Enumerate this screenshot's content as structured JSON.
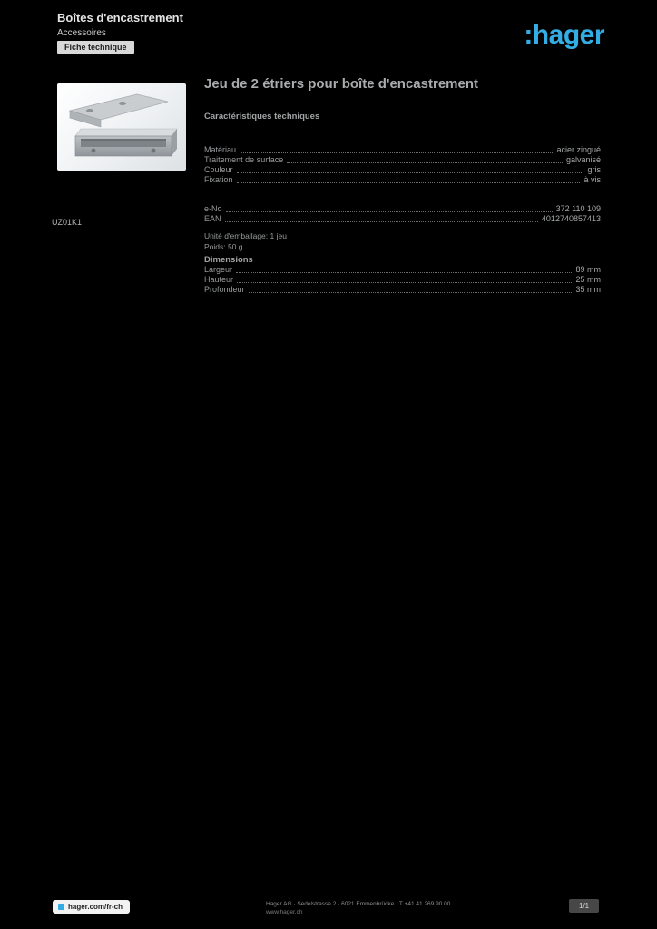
{
  "colors": {
    "accent": "#33ade4",
    "body_text": "#97999b",
    "page_background": "#000000"
  },
  "header": {
    "line1": "Boîtes d'encastrement",
    "line2": "Accessoires",
    "badge": "Fiche technique",
    "logo": ":hager"
  },
  "product": {
    "title": "Jeu de 2 étriers pour boîte d'encastrement",
    "reference": "UZ01K1"
  },
  "sections": {
    "tech": {
      "header": "Caractéristiques techniques",
      "rows": [
        {
          "label": "Matériau",
          "value": "acier zingué"
        },
        {
          "label": "Traitement de surface",
          "value": "galvanisé"
        },
        {
          "label": "Couleur",
          "value": "gris"
        },
        {
          "label": "Fixation",
          "value": "à vis"
        }
      ]
    },
    "ordering": {
      "rows": [
        {
          "label": "e-No",
          "value": "372 110 109"
        },
        {
          "label": "EAN",
          "value": "4012740857413"
        }
      ],
      "notes": [
        "Unité d'emballage: 1 jeu",
        "Poids: 50 g"
      ]
    },
    "dimensions": {
      "header": "Dimensions",
      "rows": [
        {
          "label": "Largeur",
          "value": "89 mm"
        },
        {
          "label": "Hauteur",
          "value": "25 mm"
        },
        {
          "label": "Profondeur",
          "value": "35 mm"
        }
      ]
    }
  },
  "footer": {
    "link": "hager.com/fr-ch",
    "company_line": "Hager AG · Sedelstrasse 2 · 6021 Emmenbrücke · T +41 41 269 90 00",
    "sub_line": "www.hager.ch",
    "page": "1/1"
  }
}
